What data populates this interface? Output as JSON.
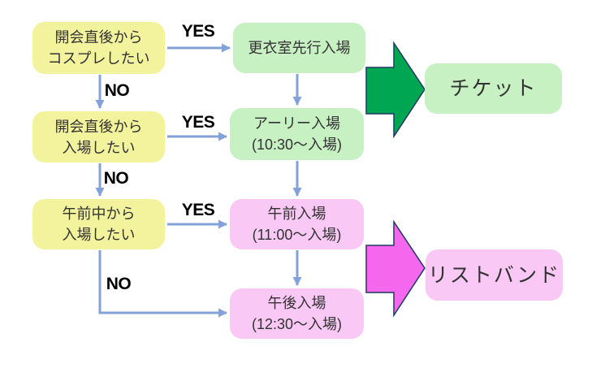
{
  "diagram": {
    "labels": {
      "yes": "YES",
      "no": "NO"
    },
    "questions": [
      {
        "line1": "開会直後から",
        "line2": "コスプレしたい"
      },
      {
        "line1": "開会直後から",
        "line2": "入場したい"
      },
      {
        "line1": "午前中から",
        "line2": "入場したい"
      }
    ],
    "outcomes": [
      {
        "line1": "更衣室先行入場",
        "line2": ""
      },
      {
        "line1": "アーリー入場",
        "line2": "(10:30〜入場)"
      },
      {
        "line1": "午前入場",
        "line2": "(11:00〜入場)"
      },
      {
        "line1": "午後入場",
        "line2": "(12:30〜入場)"
      }
    ],
    "results": [
      {
        "label": "チケット"
      },
      {
        "label": "リストバンド"
      }
    ],
    "colors": {
      "question_fill": "#F3F39E",
      "outcome_green_fill": "#C8F1C3",
      "outcome_pink_fill": "#FAC8F4",
      "connector_blue": "#84A2DA",
      "big_arrow_green": "#00A651",
      "big_arrow_pink": "#F567EC",
      "big_arrow_border": "#1F3864",
      "label_color": "#000000"
    }
  }
}
